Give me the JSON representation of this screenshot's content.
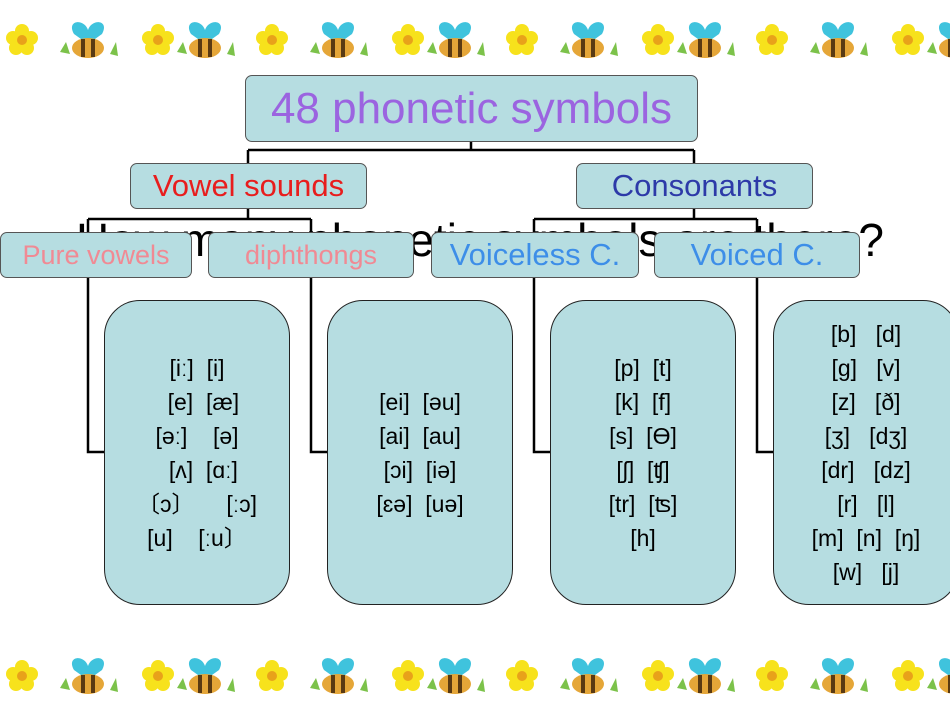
{
  "diagram": {
    "root": {
      "label": "48 phonetic symbols",
      "color": "#9b64e0"
    },
    "background_question": "How many phonetic symbols are there?",
    "categories": [
      {
        "label": "Vowel sounds",
        "color": "#e81d1d"
      },
      {
        "label": "Consonants",
        "color": "#2d3aa8"
      }
    ],
    "subcategories": [
      {
        "label": "Pure vowels",
        "color": "#f08a94"
      },
      {
        "label": "diphthongs",
        "color": "#f08a94"
      },
      {
        "label": "Voiceless C.",
        "color": "#3d8ee8"
      },
      {
        "label": "Voiced C.",
        "color": "#3d8ee8"
      }
    ],
    "symbol_groups": [
      {
        "rows": [
          "[iː]  [i]",
          "  [e]  [æ]",
          "[əː]    [ə]",
          "  [ʌ]  [ɑː]",
          "〔ɔ〕     [ːɔ]",
          "[u]    [ːu〕"
        ]
      },
      {
        "rows": [
          "[ei]  [əu]",
          "[ai]  [au]",
          "[ɔi]  [iə]",
          "[ɛə]  [uə]"
        ]
      },
      {
        "rows": [
          "[p]  [t]",
          "[k]  [f]",
          "[s]  [Ɵ]",
          "[ʃ]  [ʧ]",
          "[tr]  [ʦ]",
          "[h]"
        ]
      },
      {
        "rows": [
          "[b]   [d]",
          "[g]   [v]",
          "[z]   [ð]",
          "[ʒ]   [dʒ]",
          "[dr]   [dz]",
          "[r]   [l]",
          "[m]  [n]  [ŋ]",
          "[w]   [j]"
        ]
      }
    ]
  }
}
